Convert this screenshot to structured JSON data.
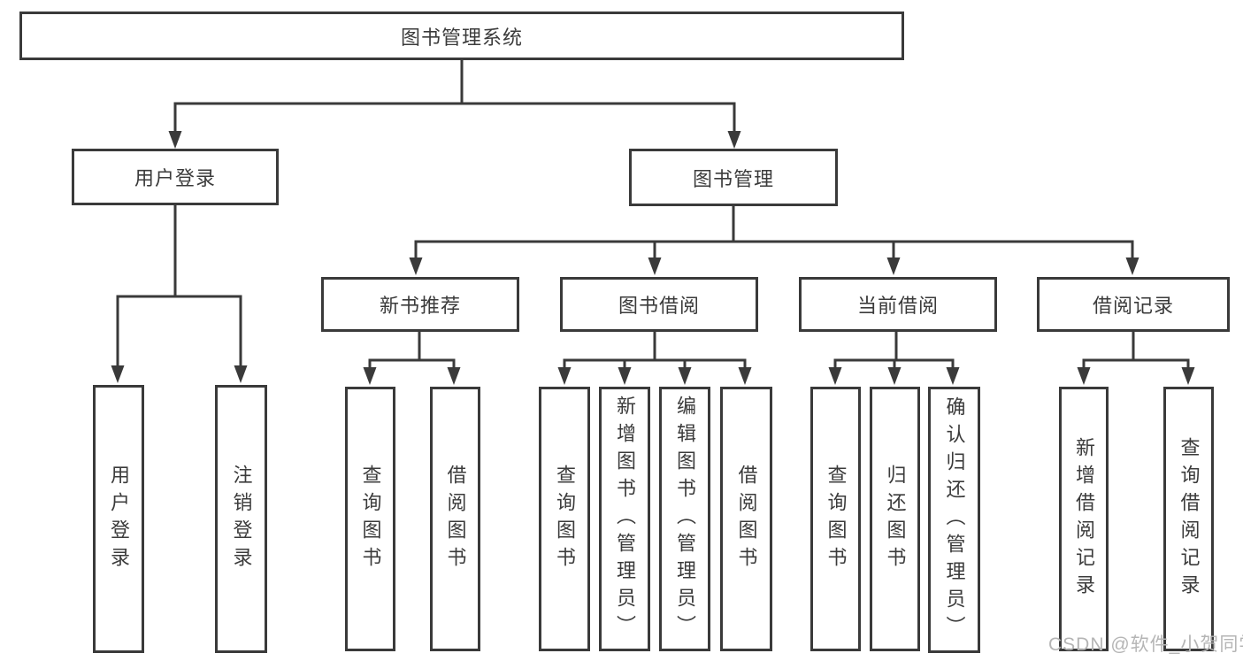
{
  "diagram": {
    "root": {
      "label": "图书管理系统"
    },
    "level2": [
      {
        "id": "user-login",
        "label": "用户登录"
      },
      {
        "id": "book-management",
        "label": "图书管理"
      }
    ],
    "level3": [
      {
        "id": "new-book-recommend",
        "label": "新书推荐"
      },
      {
        "id": "book-borrow",
        "label": "图书借阅"
      },
      {
        "id": "current-borrow",
        "label": "当前借阅"
      },
      {
        "id": "borrow-records",
        "label": "借阅记录"
      }
    ],
    "leaves": {
      "user_login": [
        "用户登录",
        "注销登录"
      ],
      "new_book": [
        "查询图书",
        "借阅图书"
      ],
      "book_borrow": [
        "查询图书",
        "新增图书（管理员）",
        "编辑图书（管理员）",
        "借阅图书"
      ],
      "current_borrow": [
        "查询图书",
        "归还图书",
        "确认归还（管理员）"
      ],
      "borrow_records": [
        "新增借阅记录",
        "查询借阅记录"
      ]
    }
  },
  "watermark": {
    "text": "CSDN @软件_小贺同学"
  },
  "colors": {
    "line": "#3a3a3a",
    "text": "#3b3b3b",
    "background": "#ffffff",
    "watermark": "#b5b5b5"
  }
}
